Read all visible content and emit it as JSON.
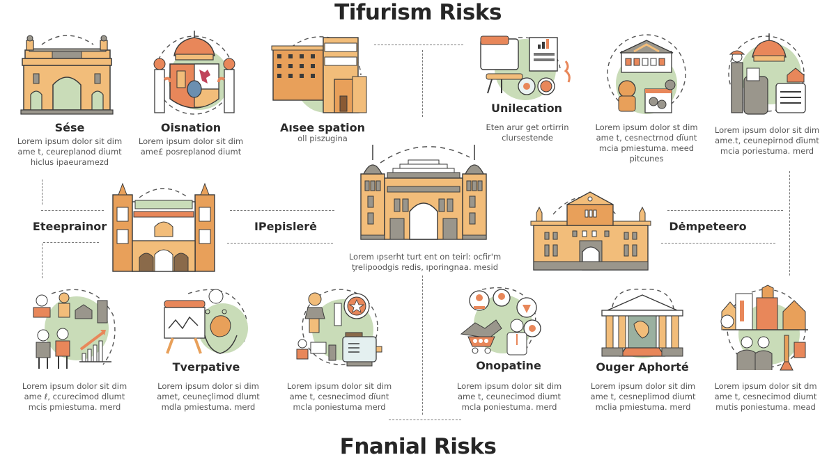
{
  "header": {
    "title": "Tifurism Risks"
  },
  "footer": {
    "title": "Fnanial Risks"
  },
  "colors": {
    "orange": "#e8875a",
    "tan": "#f2bd7a",
    "sage": "#c9dcb8",
    "gray": "#9a968c",
    "outline": "#3a3a3a",
    "dash": "#777777"
  },
  "top_row": [
    {
      "label": "Sése",
      "desc": [
        "Lorem ipsum dolor sit dim",
        "ame t, ceureplanod diumt",
        "hiclus ipaeuramezd"
      ],
      "icon": "triumphal-arch-icon"
    },
    {
      "label": "Oisnation",
      "desc": [
        "Lorem ipsum dolor sit dim",
        "ame£ posreplanod diumt"
      ],
      "icon": "coat-of-arms-icon"
    },
    {
      "label": "Aısee spation",
      "desc": [
        "oll piszugina"
      ],
      "icon": "apartment-buildings-icon"
    },
    {
      "label": "Unilecation",
      "desc": [
        "Eten arur get ortirrin",
        "clursestende"
      ],
      "icon": "presentation-report-icon"
    },
    {
      "label": "",
      "desc": [
        "Lorem ipsum dolor st dim",
        "ame t, cesnectrnod dïunt",
        "mcia pmiestuma. meed",
        "pitcunes"
      ],
      "icon": "palace-person-icon"
    },
    {
      "label": "",
      "desc": [
        "Lorem ipsum dolor sit dim",
        "ame.t, ceunepirnod dïumt",
        "mcia poriestuma. merd"
      ],
      "icon": "crown-officials-icon"
    }
  ],
  "middle_row": {
    "left_label": "Eteeprainor",
    "left_center_label": "IPepislerė",
    "right_label": "Dėmpeteero",
    "center_desc": [
      "Lorem ıpserht turt ent on teirl: ocfir'm",
      "ƫrelipoodgis redis, ıporingnaa. mesid"
    ],
    "left_building_icon": "moorish-gate-icon",
    "center_building_icon": "central-arch-monument-icon",
    "right_building_icon": "town-hall-icon"
  },
  "bottom_row": [
    {
      "label": "",
      "desc": [
        "Lorem ipsum dolor sit dim",
        "ame ℓ, ccurecimod dlumt",
        "mcis pmiestuma. merd"
      ],
      "icon": "people-growth-chart-icon"
    },
    {
      "label": "Tverpative",
      "desc": [
        "Lorem ipsum dolor si dim",
        "amet, ceuneçlimod dlumt",
        "mdla pmiestuma. merd"
      ],
      "icon": "easel-thinking-icon"
    },
    {
      "label": "",
      "desc": [
        "Lorem ipsum dolor sit dim",
        "ame t, cesnecimod dïunt",
        "mcla poniestuma merd"
      ],
      "icon": "star-badge-office-icon"
    },
    {
      "label": "Onopatine",
      "desc": [
        "Lorem ipsum dolor sit dim",
        "ame t, ceunecimod diumt",
        "mcla poniestuma. merd"
      ],
      "icon": "network-people-icon"
    },
    {
      "label": "Ouger Aphorté",
      "desc": [
        "Lorem ipsum dolor sit dim",
        "ame t, cesneplimod diumt",
        "mclia pmiestuma. merd"
      ],
      "icon": "museum-columns-icon"
    },
    {
      "label": "",
      "desc": [
        "Lorem ipsum dolor sit dm",
        "ame t, cesnecimod diumt",
        "mutis poniestuma. mead"
      ],
      "icon": "city-couple-icon"
    }
  ]
}
